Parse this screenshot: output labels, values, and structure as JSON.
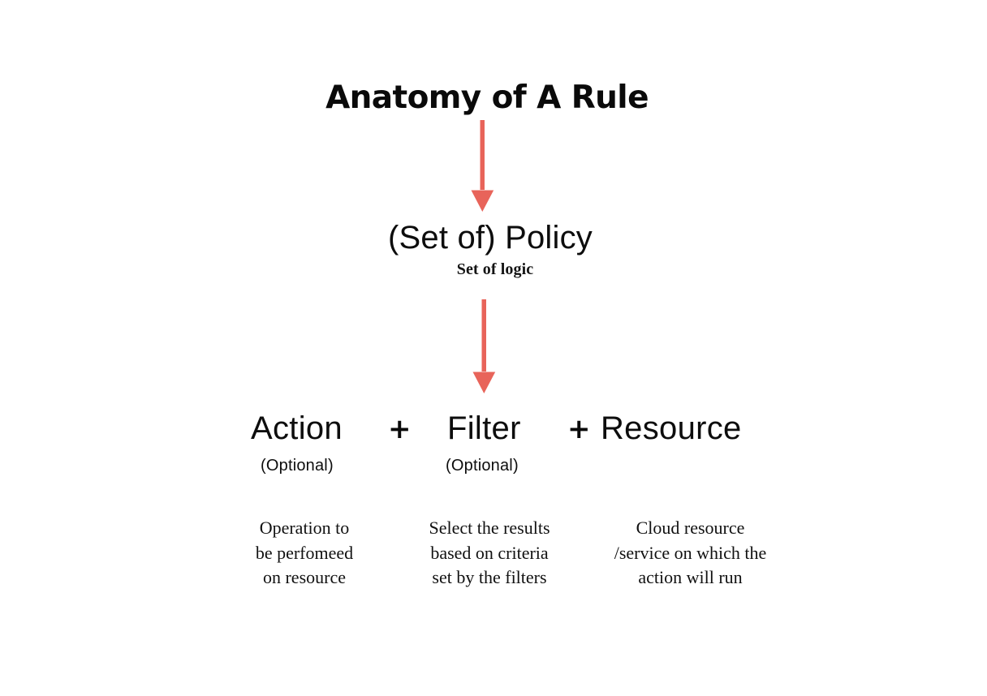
{
  "page": {
    "background_color": "#ffffff",
    "text_color": "#0d0d0d",
    "accent_color": "#e8645a"
  },
  "title": "Anatomy of A Rule",
  "arrows": [
    {
      "name": "arrow-title-to-policy",
      "color": "#e8645a"
    },
    {
      "name": "arrow-policy-to-components",
      "color": "#e8645a"
    }
  ],
  "policy": {
    "heading": "(Set of) Policy",
    "subtitle": "Set of logic"
  },
  "formula": {
    "terms": [
      {
        "label": "Action",
        "optional_label": "(Optional)"
      },
      {
        "label": "Filter",
        "optional_label": "(Optional)"
      },
      {
        "label": "Resource",
        "optional_label": ""
      }
    ],
    "operators": [
      "+",
      "+"
    ]
  },
  "descriptions": [
    {
      "for": "Action",
      "lines": [
        "Operation to",
        "be perfomeed",
        "on resource"
      ]
    },
    {
      "for": "Filter",
      "lines": [
        "Select the results",
        "based on criteria",
        "set by the filters"
      ]
    },
    {
      "for": "Resource",
      "lines": [
        "Cloud resource",
        "/service on which the",
        "action will run"
      ]
    }
  ]
}
